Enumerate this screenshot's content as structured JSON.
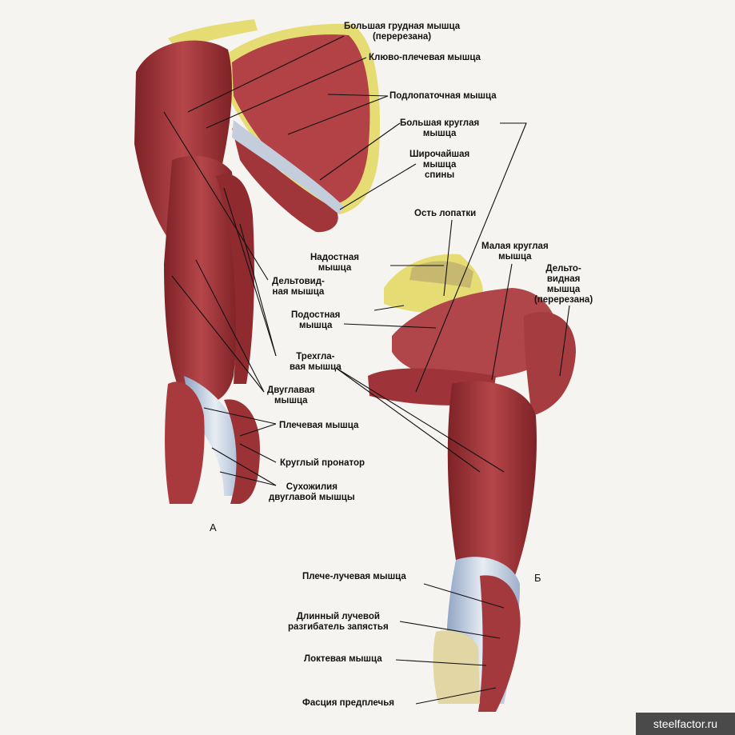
{
  "figure": {
    "labels": {
      "pec_major": "Большая грудная мышца\n(перерезана)",
      "coracobrachialis": "Клюво-плечевая мышца",
      "subscapularis": "Подлопаточная мышца",
      "teres_major": "Большая круглая\nмышца",
      "latissimus": "Широчайшая\nмышца\nспины",
      "scapular_spine": "Ость лопатки",
      "supraspinatus": "Надостная\nмышца",
      "teres_minor": "Малая круглая\nмышца",
      "deltoid_cut": "Дельто-\nвидная\nмышца\n(перерезана)",
      "infraspinatus": "Подостная\nмышца",
      "deltoid": "Дельтовид-\nная мышца",
      "triceps": "Трехгла-\nвая мышца",
      "biceps": "Двуглавая\nмышца",
      "brachialis": "Плечевая мышца",
      "pronator_teres": "Круглый пронатор",
      "biceps_tendons": "Сухожилия\nдвуглавой мышцы",
      "brachioradialis": "Плече-лучевая мышца",
      "ecrl": "Длинный лучевой\nразгибатель запястья",
      "anconeus": "Локтевая мышца",
      "forearm_fascia": "Фасция предплечья"
    },
    "panels": {
      "a": "А",
      "b": "Б"
    },
    "colors": {
      "muscle": "#a8363a",
      "muscle_dark": "#7e2226",
      "tendon": "#c9d2de",
      "bone": "#e6dc74",
      "leader": "#111111"
    }
  },
  "watermark": "steelfactor.ru"
}
